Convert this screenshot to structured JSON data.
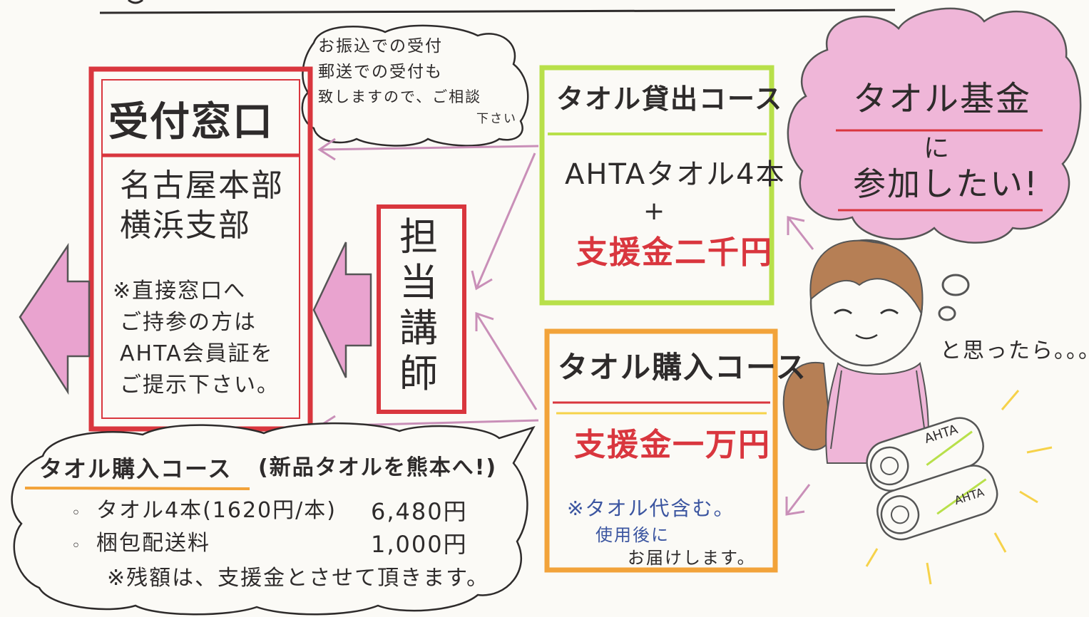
{
  "colors": {
    "red": "#d9363e",
    "pink_fill": "#e9a3cf",
    "green": "#b8e04a",
    "orange": "#f2a33a",
    "yellow": "#f6d24a",
    "ink": "#2e2b2b",
    "blue_ink": "#3b55a0",
    "arrow_pink": "#c98fb8"
  },
  "reception": {
    "title": "受付窓口",
    "lines": [
      "名古屋本部",
      "横浜支部"
    ],
    "note": [
      "※直接窓口へ",
      "ご持参の方は",
      "AHTA会員証を",
      "ご提示下さい。"
    ]
  },
  "instructor": {
    "label": [
      "担",
      "当",
      "講",
      "師"
    ]
  },
  "mail_bubble": {
    "lines": [
      "お振込での受付",
      "郵送での受付も",
      "致しますので、ご相談",
      "下さい"
    ]
  },
  "rental_course": {
    "title": "タオル貸出コース",
    "item": "AHTAタオル4本",
    "plus": "+",
    "support": "支援金二千円"
  },
  "purchase_course": {
    "title": "タオル購入コース",
    "support": "支援金一万円",
    "note": [
      "※タオル代含む。",
      "使用後に",
      "お届けします。"
    ]
  },
  "cloud": {
    "lines": [
      "タオル基金",
      "に",
      "参加したい!"
    ]
  },
  "thought": "と思ったら。。。",
  "towel_labels": [
    "AHTA",
    "AHTA"
  ],
  "breakdown": {
    "heading": "タオル購入コース",
    "heading_note": "(新品タオルを熊本へ!)",
    "rows": [
      {
        "label": "タオル4本(1620円/本)",
        "amount": "6,480円"
      },
      {
        "label": "梱包配送料",
        "amount": "1,000円"
      }
    ],
    "footnote": "※残額は、支援金とさせて頂きます。"
  }
}
